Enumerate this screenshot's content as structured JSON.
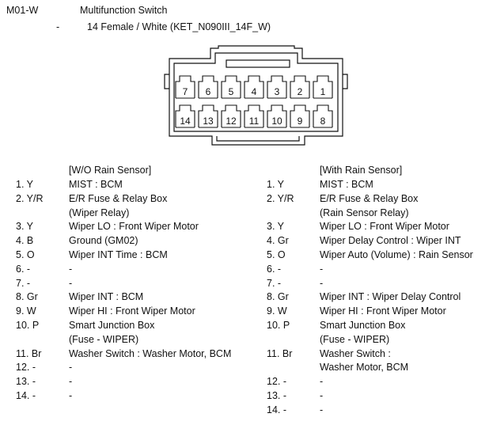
{
  "header": {
    "code": "M01-W",
    "name": "Multifunction Switch",
    "dash": "-",
    "spec": "14 Female / White (KET_N090III_14F_W)"
  },
  "connector": {
    "top_row": [
      "7",
      "6",
      "5",
      "4",
      "3",
      "2",
      "1"
    ],
    "bottom_row": [
      "14",
      "13",
      "12",
      "11",
      "10",
      "9",
      "8"
    ]
  },
  "left_table": {
    "heading": "[W/O Rain Sensor]",
    "rows": [
      {
        "pin": "1. Y",
        "lines": [
          "MIST : BCM"
        ]
      },
      {
        "pin": "2. Y/R",
        "lines": [
          "E/R Fuse & Relay Box",
          "(Wiper Relay)"
        ]
      },
      {
        "pin": "3. Y",
        "lines": [
          "Wiper LO : Front Wiper Motor"
        ]
      },
      {
        "pin": "4. B",
        "lines": [
          "Ground (GM02)"
        ]
      },
      {
        "pin": "5. O",
        "lines": [
          "Wiper INT Time : BCM"
        ]
      },
      {
        "pin": "6. -",
        "lines": [
          "-"
        ]
      },
      {
        "pin": "7. -",
        "lines": [
          "-"
        ]
      },
      {
        "pin": "8. Gr",
        "lines": [
          "Wiper INT : BCM"
        ]
      },
      {
        "pin": "9. W",
        "lines": [
          "Wiper HI : Front Wiper Motor"
        ]
      },
      {
        "pin": "10. P",
        "lines": [
          "Smart Junction Box",
          "(Fuse - WIPER)"
        ]
      },
      {
        "pin": "11. Br",
        "lines": [
          "Washer Switch : Washer Motor, BCM"
        ]
      },
      {
        "pin": "12. -",
        "lines": [
          "-"
        ]
      },
      {
        "pin": "13. -",
        "lines": [
          "-"
        ]
      },
      {
        "pin": "14. -",
        "lines": [
          "-"
        ]
      }
    ]
  },
  "right_table": {
    "heading": "[With Rain Sensor]",
    "rows": [
      {
        "pin": "1. Y",
        "lines": [
          "MIST : BCM"
        ]
      },
      {
        "pin": "2. Y/R",
        "lines": [
          "E/R Fuse & Relay Box",
          "(Rain Sensor Relay)"
        ]
      },
      {
        "pin": "3. Y",
        "lines": [
          "Wiper LO : Front Wiper Motor"
        ]
      },
      {
        "pin": "4. Gr",
        "lines": [
          "Wiper Delay Control : Wiper INT"
        ]
      },
      {
        "pin": "5. O",
        "lines": [
          "Wiper Auto (Volume) : Rain Sensor"
        ]
      },
      {
        "pin": "6. -",
        "lines": [
          "-"
        ]
      },
      {
        "pin": "7. -",
        "lines": [
          "-"
        ]
      },
      {
        "pin": "8. Gr",
        "lines": [
          "Wiper INT : Wiper Delay Control"
        ]
      },
      {
        "pin": "9. W",
        "lines": [
          "Wiper HI : Front Wiper Motor"
        ]
      },
      {
        "pin": "10. P",
        "lines": [
          "Smart Junction Box",
          "(Fuse - WIPER)"
        ]
      },
      {
        "pin": "11. Br",
        "lines": [
          "Washer Switch :",
          "Washer Motor, BCM"
        ]
      },
      {
        "pin": "12. -",
        "lines": [
          "-"
        ]
      },
      {
        "pin": "13. -",
        "lines": [
          "-"
        ]
      },
      {
        "pin": "14. -",
        "lines": [
          "-"
        ]
      }
    ]
  }
}
